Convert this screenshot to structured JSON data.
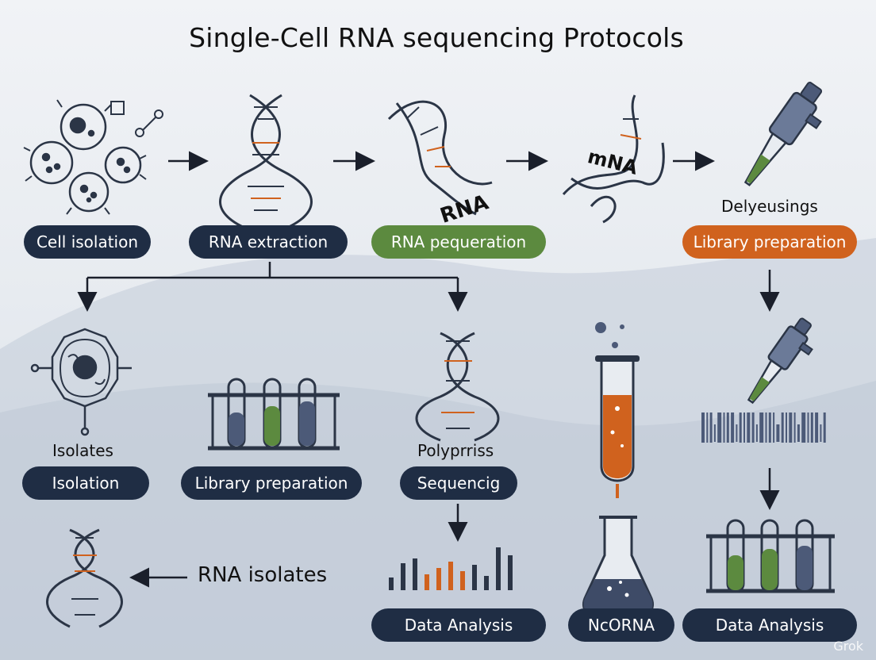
{
  "title": "Single-Cell RNA sequencing Protocols",
  "pills": {
    "cell_isolation": "Cell isolation",
    "rna_extraction": "RNA extraction",
    "rna_pequeration": "RNA pequeration",
    "library_preparation_top": "Library preparation",
    "isolation": "Isolation",
    "library_preparation_mid": "Library preparation",
    "sequencig": "Sequencig",
    "data_analysis_left": "Data Analysis",
    "ncorna": "NcORNA",
    "data_analysis_right": "Data Analysis"
  },
  "labels": {
    "delyeusings": "Delyeusings",
    "isolates": "Isolates",
    "polyprriss": "Polyprriss",
    "rna_isolates": "RNA isolates",
    "helix_rna": "RNA",
    "helix_mna": "mNA"
  },
  "icons": {
    "cells": "cell-cluster-icon",
    "dna_1": "dna-helix-icon",
    "dna_2": "dna-helix-rna-icon",
    "dna_3": "dna-helix-mna-icon",
    "pipette_top": "pipette-icon",
    "cell_single": "cell-icon",
    "tube_rack_left": "test-tube-rack-icon",
    "dna_mid": "dna-helix-icon",
    "test_tube": "test-tube-icon",
    "pipette_mid": "pipette-icon",
    "barcode": "sequence-barcode-icon",
    "dna_small": "dna-helix-icon",
    "bar_chart": "bar-chart-icon",
    "flask": "flask-icon",
    "tube_rack_right": "test-tube-rack-icon"
  },
  "watermark": "Grok",
  "colors": {
    "navy": "#1f2d44",
    "green": "#5c8a3f",
    "orange": "#d0621e",
    "icon_dark": "#2b3546",
    "tube_blue": "#4c5a78",
    "tube_green": "#5c8a3f"
  }
}
